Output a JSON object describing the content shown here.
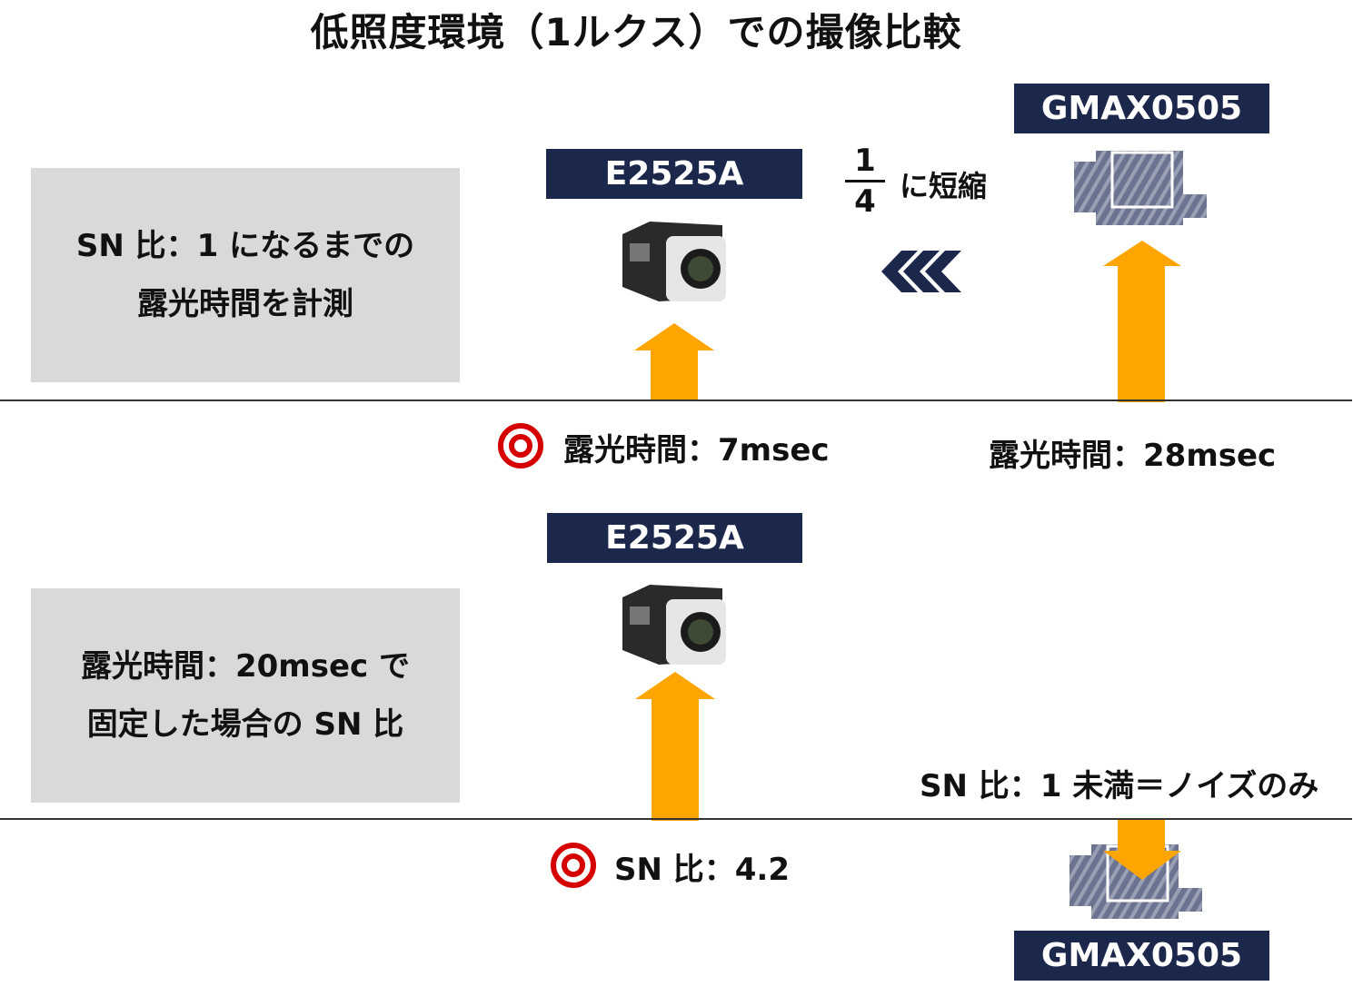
{
  "title": "低照度環境（1ルクス）での撮像比較",
  "colors": {
    "label_bg": "#1c274c",
    "arrow": "#ffa500",
    "target": "#d50000",
    "box_bg": "#d9d9d9",
    "hatched": "#6b7390"
  },
  "top_section": {
    "box_text_line1": "SN 比：1 になるまでの",
    "box_text_line2": "露光時間を計測",
    "camera_left_label": "E2525A",
    "camera_right_label": "GMAX0505",
    "fraction_numerator": "1",
    "fraction_denominator": "4",
    "reduction_text": "に短縮",
    "left_result": "露光時間：7msec",
    "right_result": "露光時間：28msec"
  },
  "bottom_section": {
    "box_text_line1": "露光時間：20msec で",
    "box_text_line2": "固定した場合の SN 比",
    "camera_left_label": "E2525A",
    "camera_right_label": "GMAX0505",
    "left_result": "SN 比：4.2",
    "right_result": "SN 比：1 未満＝ノイズのみ"
  }
}
